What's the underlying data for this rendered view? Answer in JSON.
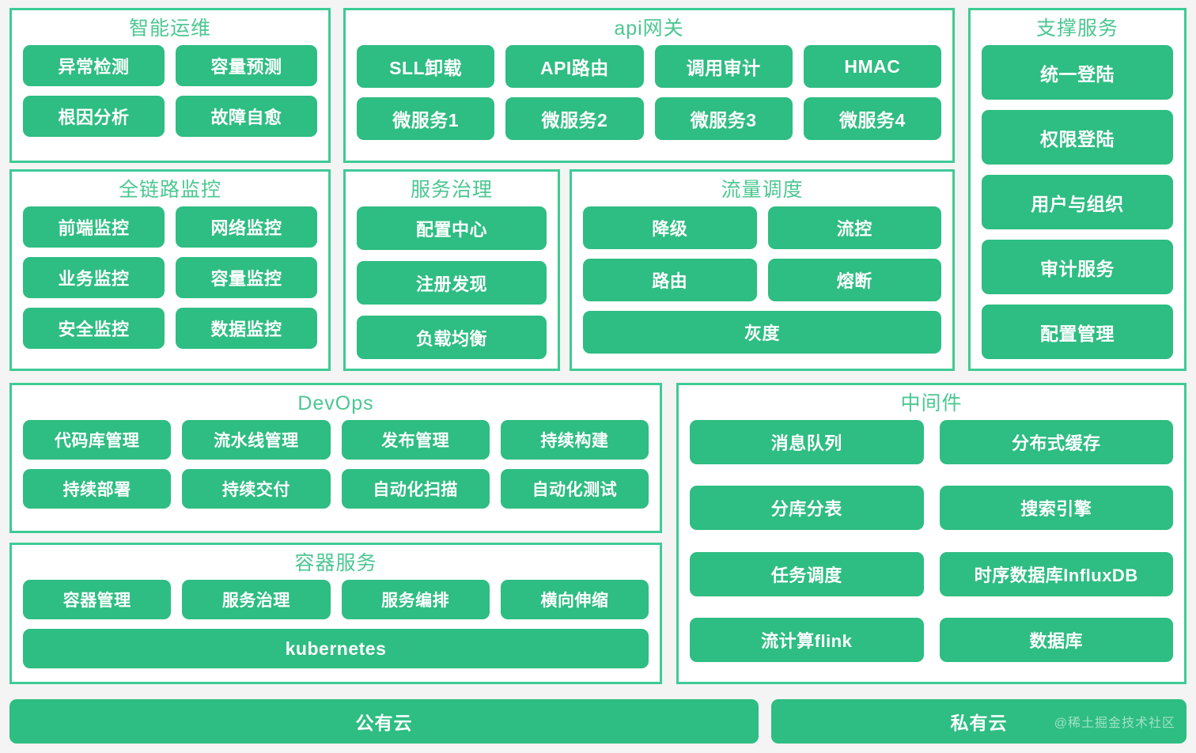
{
  "theme": {
    "page_background": "#f4f4f4",
    "panel_border": "#3ecb96",
    "panel_title_color": "#4cc792",
    "pill_color": "#2ebd82",
    "pill_text_color": "#ffffff"
  },
  "panels": {
    "aiops": {
      "title": "智能运维",
      "rows": [
        [
          "异常检测",
          "容量预测"
        ],
        [
          "根因分析",
          "故障自愈"
        ]
      ]
    },
    "gateway": {
      "title": "api网关",
      "rows": [
        [
          "SLL卸载",
          "API路由",
          "调用审计",
          "HMAC"
        ],
        [
          "微服务1",
          "微服务2",
          "微服务3",
          "微服务4"
        ]
      ]
    },
    "support": {
      "title": "支撑服务",
      "items": [
        "统一登陆",
        "权限登陆",
        "用户与组织",
        "审计服务",
        "配置管理"
      ]
    },
    "apm": {
      "title": "全链路监控",
      "rows": [
        [
          "前端监控",
          "网络监控"
        ],
        [
          "业务监控",
          "容量监控"
        ],
        [
          "安全监控",
          "数据监控"
        ]
      ]
    },
    "governance": {
      "title": "服务治理",
      "items": [
        "配置中心",
        "注册发现",
        "负载均衡"
      ]
    },
    "traffic": {
      "title": "流量调度",
      "rows": [
        [
          "降级",
          "流控"
        ],
        [
          "路由",
          "熔断"
        ]
      ],
      "full_width_item": "灰度"
    },
    "devops": {
      "title": "DevOps",
      "rows": [
        [
          "代码库管理",
          "流水线管理",
          "发布管理",
          "持续构建"
        ],
        [
          "持续部署",
          "持续交付",
          "自动化扫描",
          "自动化测试"
        ]
      ]
    },
    "container": {
      "title": "容器服务",
      "rows": [
        [
          "容器管理",
          "服务治理",
          "服务编排",
          "横向伸缩"
        ]
      ],
      "full_width_item": "kubernetes"
    },
    "middleware": {
      "title": "中间件",
      "items": [
        "消息队列",
        "分布式缓存",
        "分库分表",
        "搜索引擎",
        "任务调度",
        "时序数据库InfluxDB",
        "流计算flink",
        "数据库"
      ]
    }
  },
  "footer": {
    "public_cloud": "公有云",
    "private_cloud": "私有云",
    "watermark": "@稀土掘金技术社区"
  }
}
